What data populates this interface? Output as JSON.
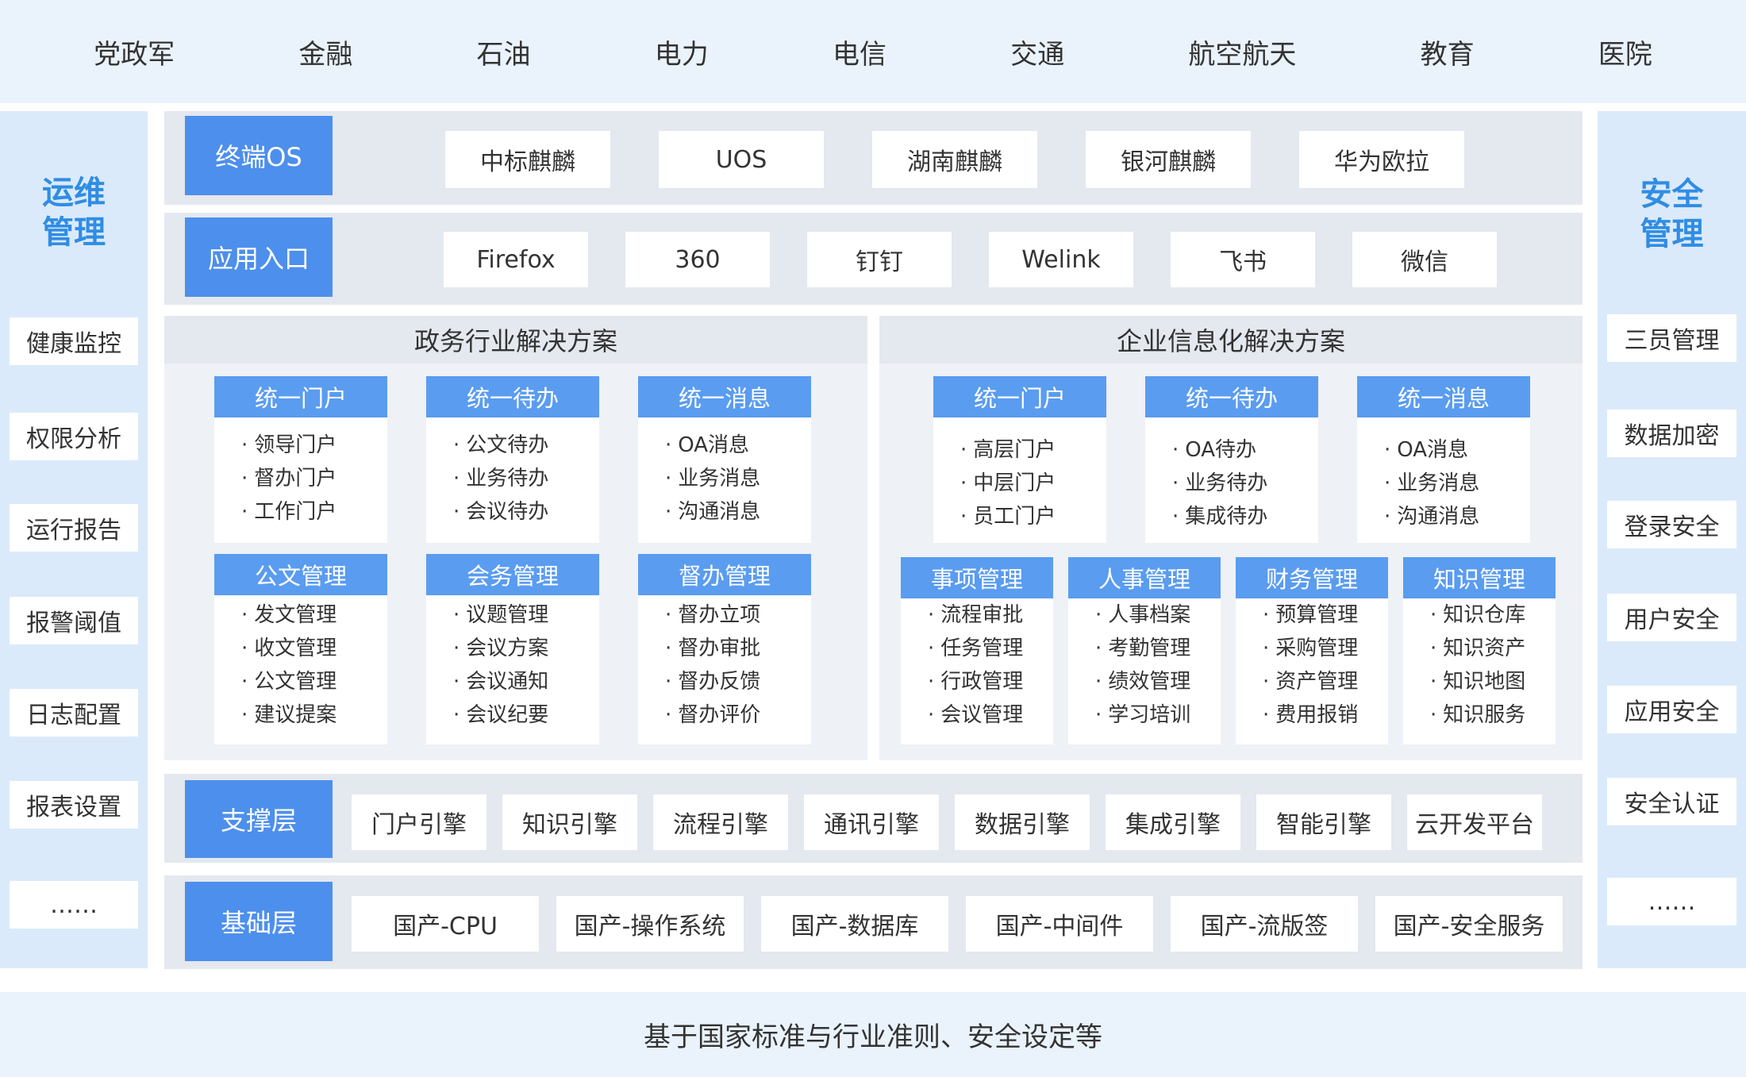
{
  "industries": [
    "党政军",
    "金融",
    "石油",
    "电力",
    "电信",
    "交通",
    "航空航天",
    "教育",
    "医院"
  ],
  "ops": {
    "title_line1": "运维",
    "title_line2": "管理",
    "items": [
      "健康监控",
      "权限分析",
      "运行报告",
      "报警阈值",
      "日志配置",
      "报表设置",
      "……"
    ]
  },
  "security": {
    "title_line1": "安全",
    "title_line2": "管理",
    "items": [
      "三员管理",
      "数据加密",
      "登录安全",
      "用户安全",
      "应用安全",
      "安全认证",
      "……"
    ]
  },
  "terminal_os": {
    "label": "终端OS",
    "items": [
      "中标麒麟",
      "UOS",
      "湖南麒麟",
      "银河麒麟",
      "华为欧拉"
    ]
  },
  "app_entry": {
    "label": "应用入口",
    "items": [
      "Firefox",
      "360",
      "钉钉",
      "Welink",
      "飞书",
      "微信"
    ]
  },
  "gov_solution": {
    "title": "政务行业解决方案",
    "cards": [
      {
        "head": "统一门户",
        "items": [
          "领导门户",
          "督办门户",
          "工作门户"
        ]
      },
      {
        "head": "统一待办",
        "items": [
          "公文待办",
          "业务待办",
          "会议待办"
        ]
      },
      {
        "head": "统一消息",
        "items": [
          "OA消息",
          "业务消息",
          "沟通消息"
        ]
      },
      {
        "head": "公文管理",
        "items": [
          "发文管理",
          "收文管理",
          "公文管理",
          "建议提案"
        ]
      },
      {
        "head": "会务管理",
        "items": [
          "议题管理",
          "会议方案",
          "会议通知",
          "会议纪要"
        ]
      },
      {
        "head": "督办管理",
        "items": [
          "督办立项",
          "督办审批",
          "督办反馈",
          "督办评价"
        ]
      }
    ]
  },
  "ent_solution": {
    "title": "企业信息化解决方案",
    "cards": [
      {
        "head": "统一门户",
        "items": [
          "高层门户",
          "中层门户",
          "员工门户"
        ]
      },
      {
        "head": "统一待办",
        "items": [
          "OA待办",
          "业务待办",
          "集成待办"
        ]
      },
      {
        "head": "统一消息",
        "items": [
          "OA消息",
          "业务消息",
          "沟通消息"
        ]
      },
      {
        "head": "事项管理",
        "items": [
          "流程审批",
          "任务管理",
          "行政管理",
          "会议管理"
        ]
      },
      {
        "head": "人事管理",
        "items": [
          "人事档案",
          "考勤管理",
          "绩效管理",
          "学习培训"
        ]
      },
      {
        "head": "财务管理",
        "items": [
          "预算管理",
          "采购管理",
          "资产管理",
          "费用报销"
        ]
      },
      {
        "head": "知识管理",
        "items": [
          "知识仓库",
          "知识资产",
          "知识地图",
          "知识服务"
        ]
      }
    ]
  },
  "support_layer": {
    "label": "支撑层",
    "items": [
      "门户引擎",
      "知识引擎",
      "流程引擎",
      "通讯引擎",
      "数据引擎",
      "集成引擎",
      "智能引擎",
      "云开发平台"
    ]
  },
  "base_layer": {
    "label": "基础层",
    "items": [
      "国产-CPU",
      "国产-操作系统",
      "国产-数据库",
      "国产-中间件",
      "国产-流版签",
      "国产-安全服务"
    ]
  },
  "footer": "基于国家标准与行业准则、安全设定等"
}
